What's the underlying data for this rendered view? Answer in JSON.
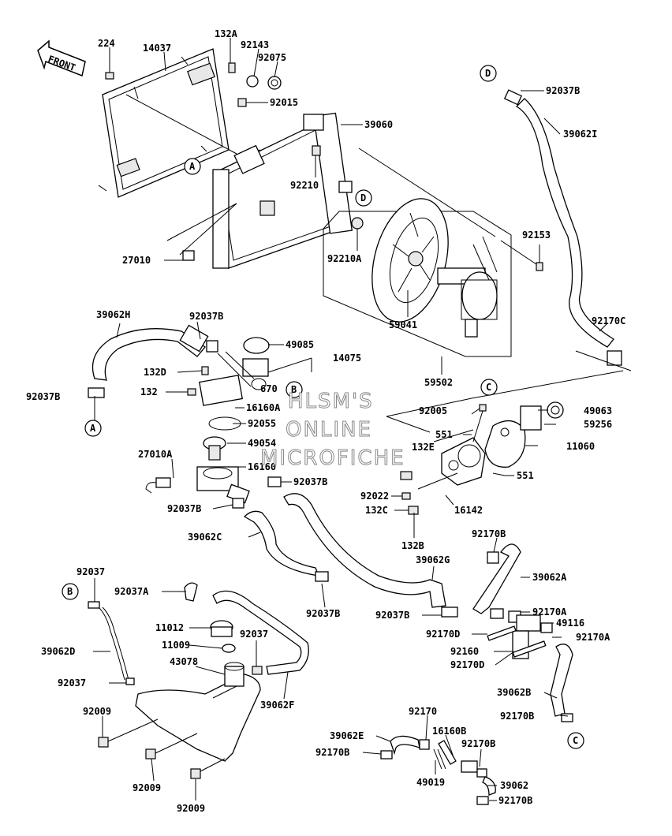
{
  "front_label": "FRONT",
  "watermark": [
    "HLSM'S",
    "ONLINE",
    "MICROFICHE"
  ],
  "callouts": [
    {
      "id": "cA1",
      "text": "A"
    },
    {
      "id": "cA2",
      "text": "A"
    },
    {
      "id": "cB1",
      "text": "B"
    },
    {
      "id": "cB2",
      "text": "B"
    },
    {
      "id": "cC1",
      "text": "C"
    },
    {
      "id": "cC2",
      "text": "C"
    },
    {
      "id": "cD1",
      "text": "D"
    },
    {
      "id": "cD2",
      "text": "D"
    }
  ],
  "parts": [
    {
      "id": "p224",
      "text": "224"
    },
    {
      "id": "p14037",
      "text": "14037"
    },
    {
      "id": "p132A",
      "text": "132A"
    },
    {
      "id": "p92143",
      "text": "92143"
    },
    {
      "id": "p92075",
      "text": "92075"
    },
    {
      "id": "p92015",
      "text": "92015"
    },
    {
      "id": "p39060",
      "text": "39060"
    },
    {
      "id": "p92210",
      "text": "92210"
    },
    {
      "id": "p27010",
      "text": "27010"
    },
    {
      "id": "p92210A",
      "text": "92210A"
    },
    {
      "id": "p59041",
      "text": "59041"
    },
    {
      "id": "p92153",
      "text": "92153"
    },
    {
      "id": "p92037B_1",
      "text": "92037B"
    },
    {
      "id": "p39062I",
      "text": "39062I"
    },
    {
      "id": "p92170C",
      "text": "92170C"
    },
    {
      "id": "p59502",
      "text": "59502"
    },
    {
      "id": "p39062H",
      "text": "39062H"
    },
    {
      "id": "p92037B_2",
      "text": "92037B"
    },
    {
      "id": "p49085",
      "text": "49085"
    },
    {
      "id": "p14075",
      "text": "14075"
    },
    {
      "id": "p132D",
      "text": "132D"
    },
    {
      "id": "p670",
      "text": "670"
    },
    {
      "id": "p92037B_3",
      "text": "92037B"
    },
    {
      "id": "p132",
      "text": "132"
    },
    {
      "id": "p16160A",
      "text": "16160A"
    },
    {
      "id": "p92055",
      "text": "92055"
    },
    {
      "id": "p49054",
      "text": "49054"
    },
    {
      "id": "p27010A",
      "text": "27010A"
    },
    {
      "id": "p16160",
      "text": "16160"
    },
    {
      "id": "p92037B_4",
      "text": "92037B"
    },
    {
      "id": "p92037B_5",
      "text": "92037B"
    },
    {
      "id": "p39062C",
      "text": "39062C"
    },
    {
      "id": "p92005",
      "text": "92005"
    },
    {
      "id": "p551_1",
      "text": "551"
    },
    {
      "id": "p132E",
      "text": "132E"
    },
    {
      "id": "p49063",
      "text": "49063"
    },
    {
      "id": "p59256",
      "text": "59256"
    },
    {
      "id": "p11060",
      "text": "11060"
    },
    {
      "id": "p551_2",
      "text": "551"
    },
    {
      "id": "p92022",
      "text": "92022"
    },
    {
      "id": "p132C",
      "text": "132C"
    },
    {
      "id": "p16142",
      "text": "16142"
    },
    {
      "id": "p132B",
      "text": "132B"
    },
    {
      "id": "p39062G",
      "text": "39062G"
    },
    {
      "id": "p92170B_1",
      "text": "92170B"
    },
    {
      "id": "p39062A",
      "text": "39062A"
    },
    {
      "id": "p92037_1",
      "text": "92037"
    },
    {
      "id": "p92037A",
      "text": "92037A"
    },
    {
      "id": "p92037B_6",
      "text": "92037B"
    },
    {
      "id": "p92037B_7",
      "text": "92037B"
    },
    {
      "id": "p92170A_1",
      "text": "92170A"
    },
    {
      "id": "p49116",
      "text": "49116"
    },
    {
      "id": "p92170A_2",
      "text": "92170A"
    },
    {
      "id": "p92170D_1",
      "text": "92170D"
    },
    {
      "id": "p92160",
      "text": "92160"
    },
    {
      "id": "p92170D_2",
      "text": "92170D"
    },
    {
      "id": "p11012",
      "text": "11012"
    },
    {
      "id": "p92037_2",
      "text": "92037"
    },
    {
      "id": "p11009",
      "text": "11009"
    },
    {
      "id": "p43078",
      "text": "43078"
    },
    {
      "id": "p39062D",
      "text": "39062D"
    },
    {
      "id": "p92037_3",
      "text": "92037"
    },
    {
      "id": "p39062F",
      "text": "39062F"
    },
    {
      "id": "p92009_1",
      "text": "92009"
    },
    {
      "id": "p92009_2",
      "text": "92009"
    },
    {
      "id": "p92009_3",
      "text": "92009"
    },
    {
      "id": "p39062B",
      "text": "39062B"
    },
    {
      "id": "p92170B_2",
      "text": "92170B"
    },
    {
      "id": "p92170",
      "text": "92170"
    },
    {
      "id": "p39062E",
      "text": "39062E"
    },
    {
      "id": "p16160B",
      "text": "16160B"
    },
    {
      "id": "p92170B_3",
      "text": "92170B"
    },
    {
      "id": "p92170B_4",
      "text": "92170B"
    },
    {
      "id": "p49019",
      "text": "49019"
    },
    {
      "id": "p39062",
      "text": "39062"
    },
    {
      "id": "p92170B_5",
      "text": "92170B"
    }
  ]
}
